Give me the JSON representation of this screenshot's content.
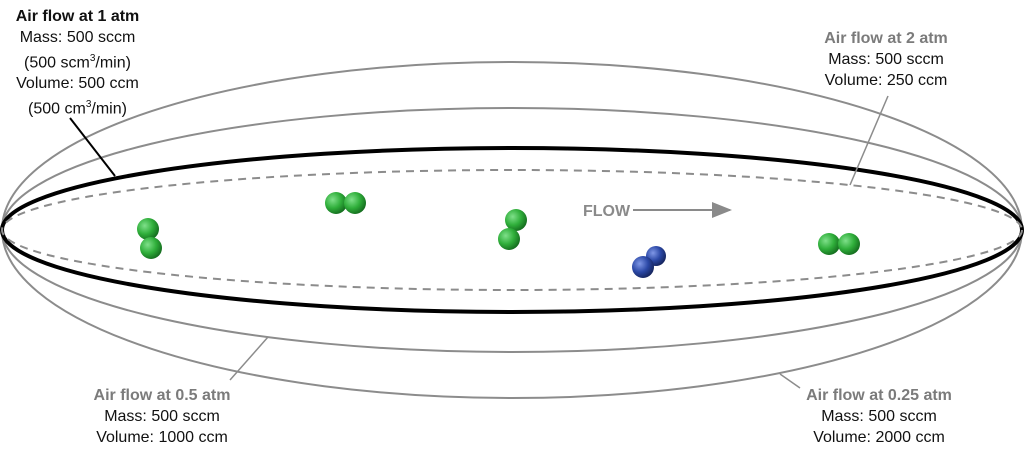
{
  "labels": {
    "atm1": {
      "title": "Air flow at 1 atm",
      "mass": "Mass: 500 sccm",
      "mass_unit_pre": "(500 scm",
      "mass_unit_sup": "3",
      "mass_unit_post": "/min)",
      "volume": "Volume: 500 ccm",
      "volume_unit_pre": "(500 cm",
      "volume_unit_sup": "3",
      "volume_unit_post": "/min)"
    },
    "atm2": {
      "title": "Air flow at 2 atm",
      "mass": "Mass: 500 sccm",
      "volume": "Volume: 250 ccm"
    },
    "atm05": {
      "title": "Air flow at 0.5 atm",
      "mass": "Mass: 500 sccm",
      "volume": "Volume: 1000 ccm"
    },
    "atm025": {
      "title": "Air flow at 0.25 atm",
      "mass": "Mass: 500 sccm",
      "volume": "Volume: 2000 ccm"
    }
  },
  "flow_label": "FLOW",
  "colors": {
    "outline_dark": "#000000",
    "outline_gray": "#8c8c8c",
    "molecule_green": "#2fae3a",
    "molecule_blue": "#2b48a6",
    "arrow": "#8a8a8a"
  }
}
